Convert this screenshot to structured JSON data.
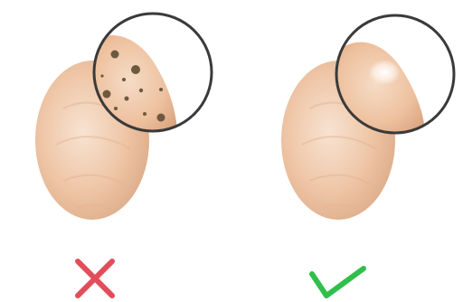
{
  "panels": [
    {
      "verdict": "incorrect",
      "mark_icon": "cross-mark-icon",
      "mark_color": "#e24d5a",
      "subject": "egg-with-dark-spots",
      "magnifier_icon": "magnifier-circle-icon"
    },
    {
      "verdict": "correct",
      "mark_icon": "check-mark-icon",
      "mark_color": "#2fbf4a",
      "subject": "smooth-egg-with-shine",
      "magnifier_icon": "magnifier-circle-icon"
    }
  ],
  "colors": {
    "egg_base": "#efc7a8",
    "egg_light": "#f7e3d2",
    "egg_shade": "#dcaa86",
    "spot": "#6d5a3e",
    "lens_ring": "#3a3a3a"
  }
}
